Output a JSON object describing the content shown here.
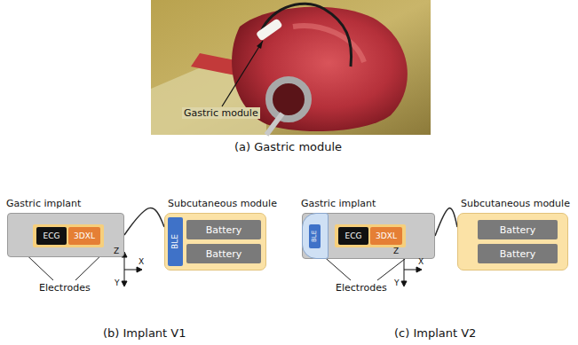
{
  "diagram": {
    "nodes": [
      {
        "text": [
          "Gastric implant"
        ]
      },
      {
        "text": [
          "ECG"
        ],
        "in": 0
      },
      {
        "text": [
          "3DXL"
        ],
        "in": 0
      },
      {
        "text": [
          "Subcutaneous module"
        ]
      },
      {
        "text": [
          "BLE"
        ],
        "in": 3
      },
      {
        "text": [
          "Battery"
        ],
        "in": 3
      },
      {
        "text": [
          "Battery"
        ],
        "in": 3
      },
      {
        "text": [
          "Gastric implant"
        ]
      },
      {
        "text": [
          "BLE"
        ],
        "in": 7
      },
      {
        "text": [
          "ECG"
        ],
        "in": 7
      },
      {
        "text": [
          "3DXL"
        ],
        "in": 7
      },
      {
        "text": [
          "Subcutaneous module"
        ]
      },
      {
        "text": [
          "Battery"
        ],
        "in": 11
      },
      {
        "text": [
          "Battery"
        ],
        "in": 11
      }
    ],
    "edges": [
      {
        "from": 0,
        "to": 3,
        "arrow": "none"
      },
      {
        "from": 7,
        "to": 11,
        "arrow": "none"
      }
    ],
    "labels": [
      "Gastric module",
      "(a) Gastric module",
      "Electrodes",
      "Z",
      "Y",
      "X",
      "(b) Implant V1",
      "Electrodes",
      "Z",
      "Y",
      "X",
      "(c) Implant V2"
    ]
  }
}
